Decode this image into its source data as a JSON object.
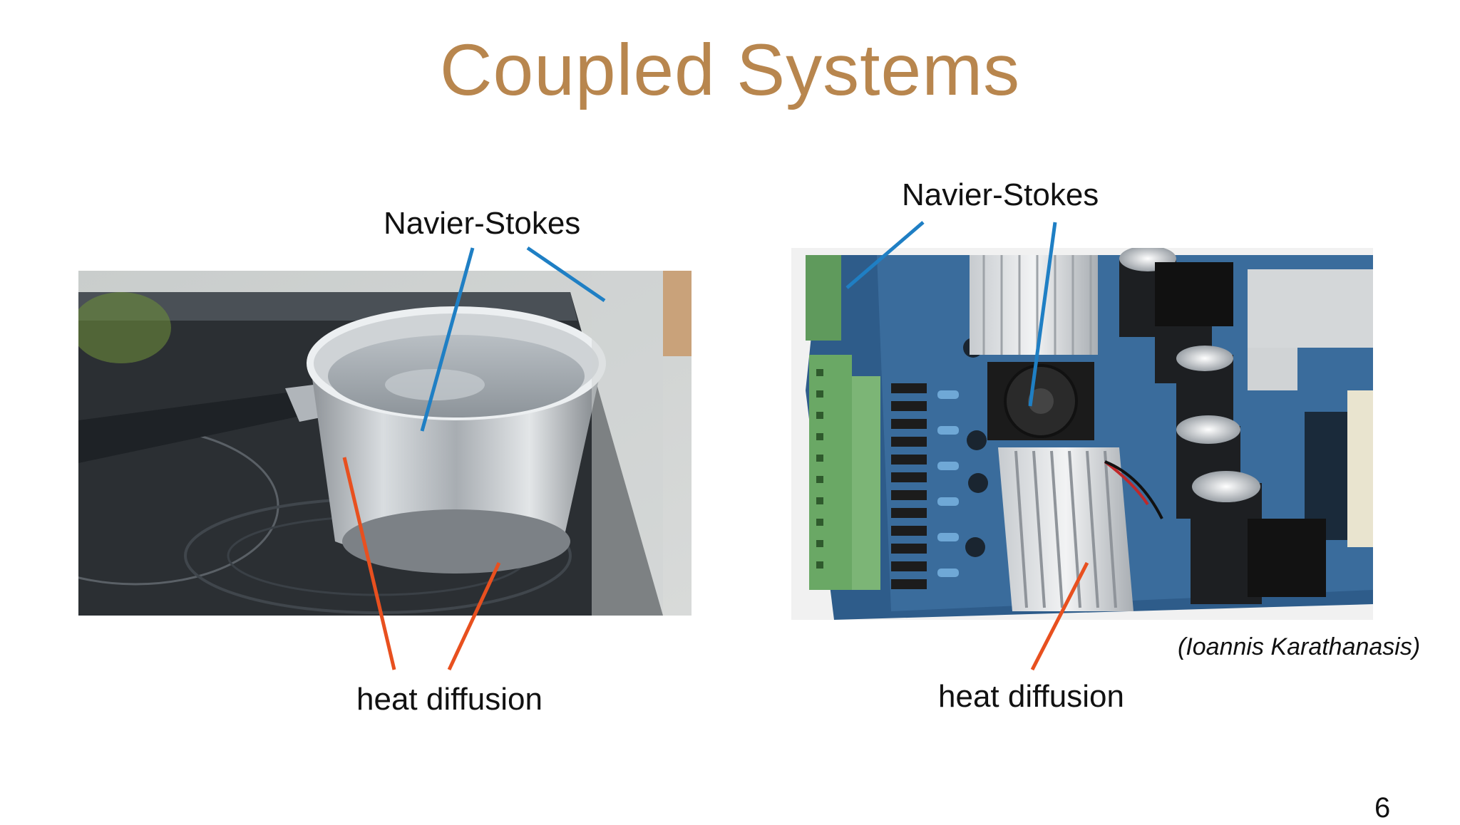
{
  "slide": {
    "title": "Coupled Systems",
    "page_number": "6",
    "left_figure": {
      "top_label": "Navier-Stokes",
      "bottom_label": "heat diffusion"
    },
    "right_figure": {
      "top_label": "Navier-Stokes",
      "bottom_label": "heat diffusion",
      "credit": "(Ioannis Karathanasis)"
    }
  },
  "colors": {
    "title": "#b8864e",
    "navier_stokes_line": "#1f7fc4",
    "heat_diffusion_line": "#e8501f"
  }
}
